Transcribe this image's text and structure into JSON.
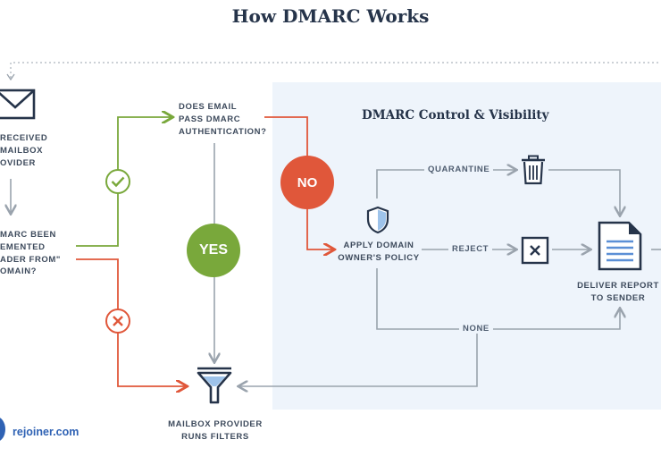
{
  "title": "How DMARC Works",
  "panel_title": "DMARC Control & Visibility",
  "nodes": {
    "received": "RECEIVED\nMAILBOX\nOVIDER",
    "implemented": "MARC BEEN\nEMENTED\nADER FROM\"\nOMAIN?",
    "pass_question": "DOES EMAIL\nPASS DMARC\nAUTHENTICATION?",
    "apply_policy": "APPLY DOMAIN\nOWNER'S POLICY",
    "deliver_report": "DELIVER REPORT\nTO SENDER",
    "filters": "MAILBOX PROVIDER\nRUNS FILTERS"
  },
  "decisions": {
    "yes": "YES",
    "no": "NO"
  },
  "policies": {
    "quarantine": "QUARANTINE",
    "reject": "REJECT",
    "none": "NONE"
  },
  "brand": "rejoiner.com",
  "icons": [
    "envelope-icon",
    "checkmark-icon",
    "x-circle-icon",
    "shield-icon",
    "trash-icon",
    "x-box-icon",
    "document-icon",
    "funnel-icon"
  ],
  "colors": {
    "green": "#79a83b",
    "orange": "#e0573a",
    "gray": "#9aa3ad",
    "navy": "#26344a",
    "blue": "#2f62b4"
  }
}
